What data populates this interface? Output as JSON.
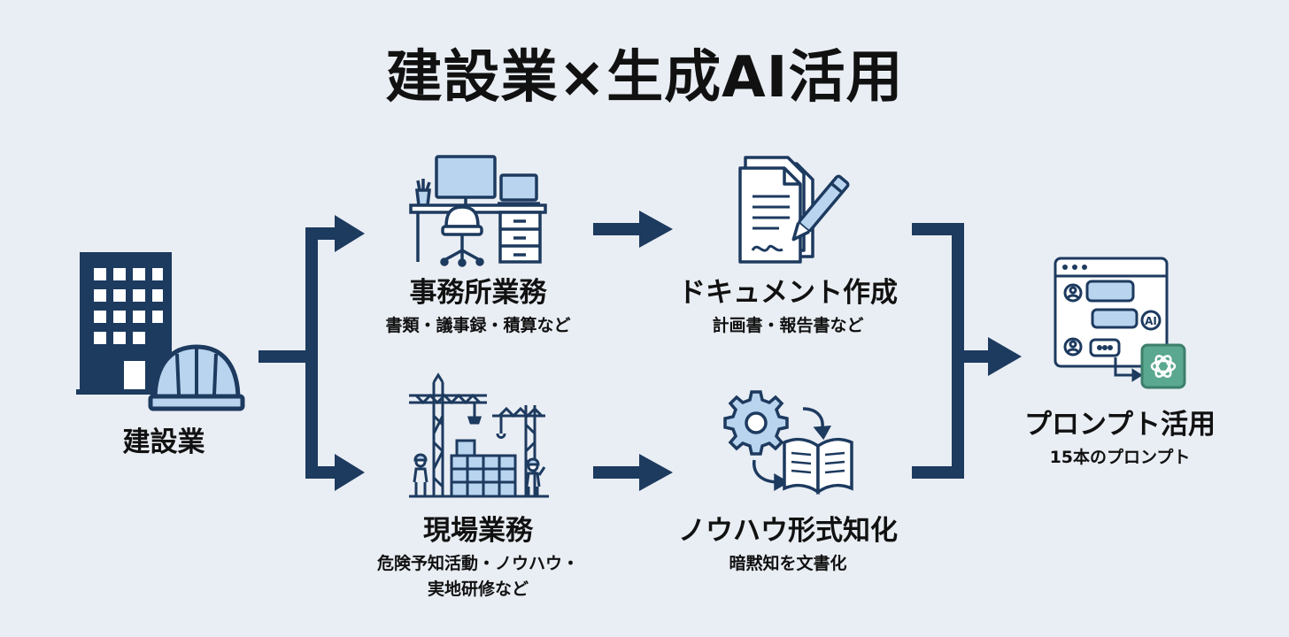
{
  "title": "建設業×生成AI活用",
  "nodes": {
    "construction": {
      "label": "建設業"
    },
    "office": {
      "label": "事務所業務",
      "sub": "書類・議事録・積算など"
    },
    "site": {
      "label": "現場業務",
      "sub_line1": "危険予知活動・ノウハウ・",
      "sub_line2": "実地研修など"
    },
    "document": {
      "label": "ドキュメント作成",
      "sub": "計画書・報告書など"
    },
    "knowhow": {
      "label": "ノウハウ形式知化",
      "sub": "暗黙知を文書化"
    },
    "prompt": {
      "label": "プロンプト活用",
      "sub": "15本のプロンプト"
    }
  },
  "icons": {
    "construction": "office-building-hard-hat-icon",
    "office": "office-desk-computer-icon",
    "site": "construction-site-cranes-icon",
    "document": "document-pen-icon",
    "knowhow": "gear-book-icon",
    "prompt": "ai-chat-window-icon",
    "ai_badge": "AI"
  },
  "colors": {
    "navy": "#1d3a5f",
    "light_blue": "#b8d4ef",
    "background": "#e9eef4",
    "teal": "#5aa88f"
  }
}
